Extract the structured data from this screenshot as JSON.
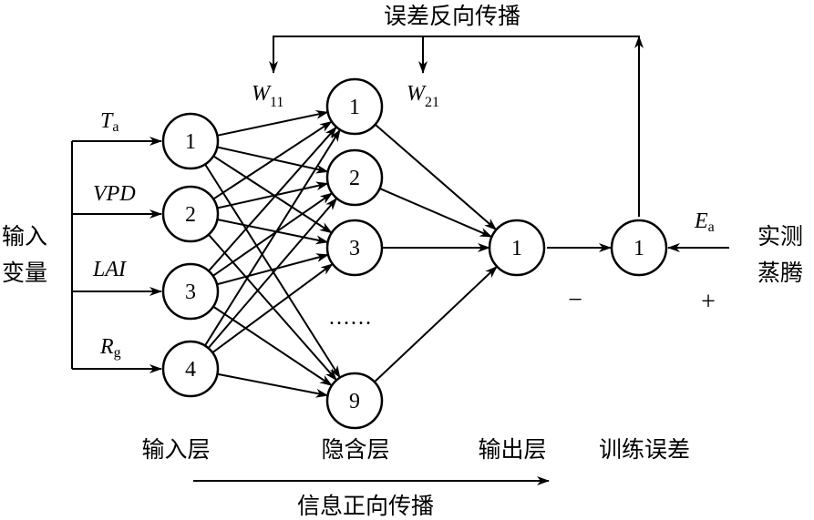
{
  "title_top": "误差反向传播",
  "title_bottom": "信息正向传播",
  "left_label": [
    "输入",
    "变量"
  ],
  "right_label": [
    "实测",
    "蒸腾"
  ],
  "layers": {
    "input": "输入层",
    "hidden": "隐含层",
    "output": "输出层",
    "error": "训练误差"
  },
  "inputs": [
    {
      "node": "1",
      "var": "T",
      "sub": "a"
    },
    {
      "node": "2",
      "var": "VPD",
      "sub": ""
    },
    {
      "node": "3",
      "var": "LAI",
      "sub": ""
    },
    {
      "node": "4",
      "var": "R",
      "sub": "g"
    }
  ],
  "hidden": [
    "1",
    "2",
    "3",
    "9"
  ],
  "ellipsis": "……",
  "output_node": "1",
  "error_node": "1",
  "weights": [
    {
      "var": "W",
      "sub": "11"
    },
    {
      "var": "W",
      "sub": "21"
    }
  ],
  "measured": {
    "var": "E",
    "sub": "a"
  },
  "signs": {
    "minus": "−",
    "plus": "+"
  }
}
